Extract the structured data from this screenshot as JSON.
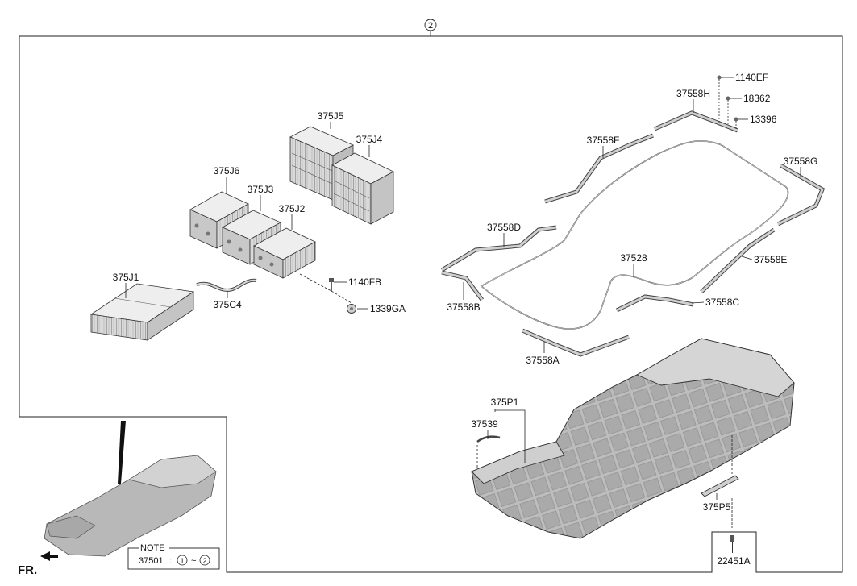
{
  "diagram": {
    "circle_ref": "2",
    "front_label": "FR.",
    "note": {
      "title": "NOTE",
      "part": "37501",
      "sep": ":",
      "from": "1",
      "tilde": "~",
      "to": "2"
    },
    "parts": {
      "p375J5": "375J5",
      "p375J4": "375J4",
      "p375J6": "375J6",
      "p375J3": "375J3",
      "p375J2": "375J2",
      "p375J1": "375J1",
      "p375C4": "375C4",
      "p1140FB": "1140FB",
      "p1339GA": "1339GA",
      "p1140EF": "1140EF",
      "p18362": "18362",
      "p13396": "13396",
      "p37558H": "37558H",
      "p37558F": "37558F",
      "p37558G": "37558G",
      "p37558D": "37558D",
      "p37558E": "37558E",
      "p37528": "37528",
      "p37558B": "37558B",
      "p37558C": "37558C",
      "p37558A": "37558A",
      "p375P1": "375P1",
      "p37539": "37539",
      "p375P5": "375P5",
      "p22451A": "22451A"
    }
  }
}
